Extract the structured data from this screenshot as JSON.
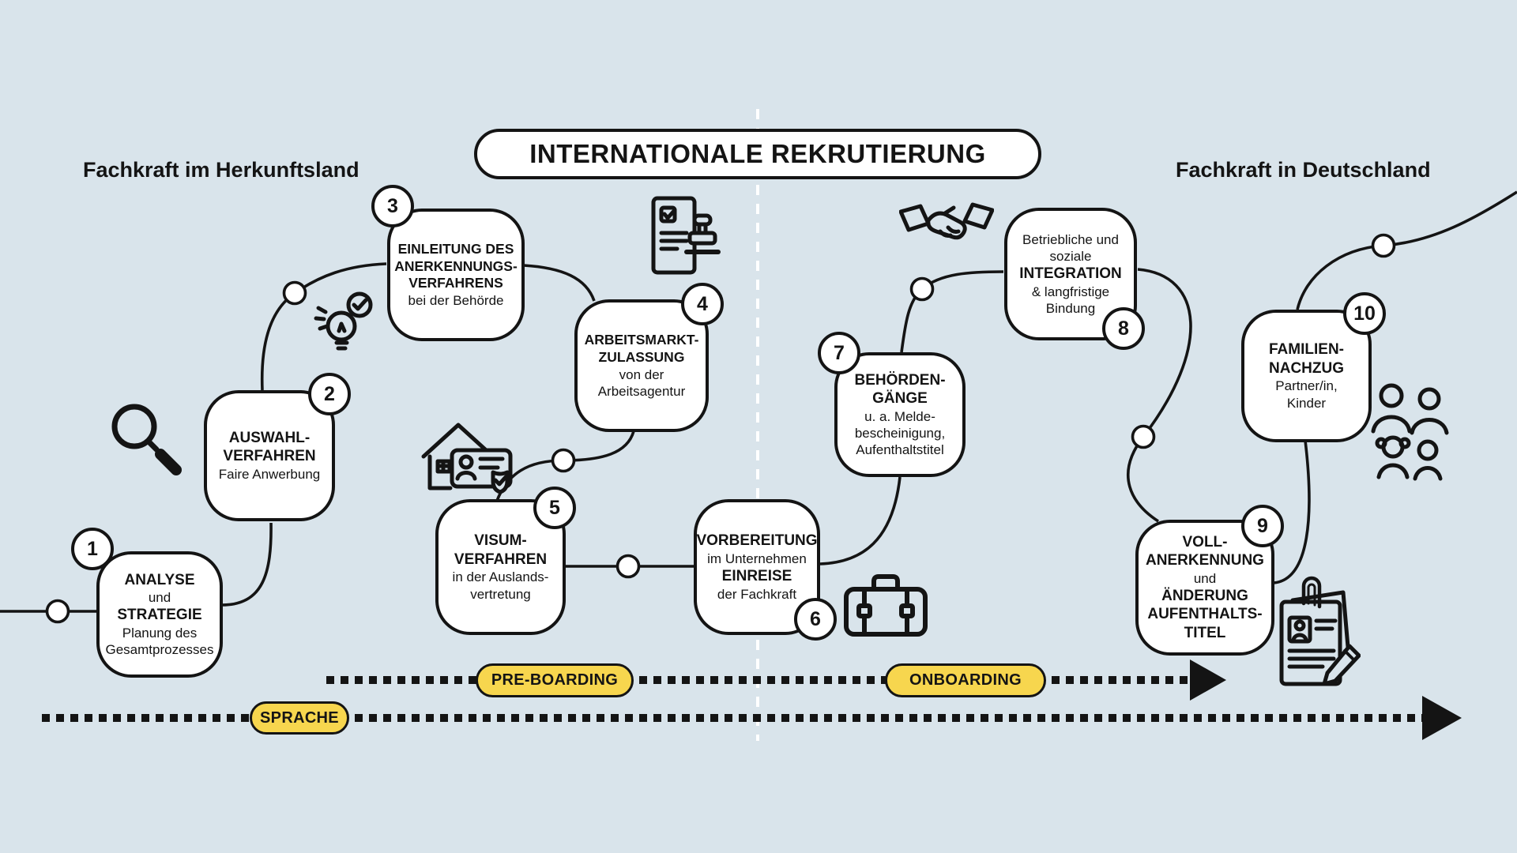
{
  "title": "INTERNATIONALE REKRUTIERUNG",
  "headings": {
    "left": "Fachkraft im Herkunftsland",
    "right": "Fachkraft in Deutschland"
  },
  "timeline": {
    "pre_boarding": "PRE-BOARDING",
    "onboarding": "ONBOARDING",
    "sprache": "SPRACHE"
  },
  "steps": {
    "s1": {
      "num": "1",
      "a": "ANALYSE",
      "b": "und",
      "c": "STRATEGIE",
      "d": "Planung des",
      "e": "Gesamtprozesses"
    },
    "s2": {
      "num": "2",
      "a": "AUSWAHL-",
      "b": "VERFAHREN",
      "c": "Faire Anwerbung"
    },
    "s3": {
      "num": "3",
      "a": "EINLEITUNG DES",
      "b": "ANERKENNUNGS-",
      "c": "VERFAHRENS",
      "d": "bei der Behörde"
    },
    "s4": {
      "num": "4",
      "a": "ARBEITSMARKT-",
      "b": "ZULASSUNG",
      "c": "von der",
      "d": "Arbeitsagentur"
    },
    "s5": {
      "num": "5",
      "a": "VISUM-",
      "b": "VERFAHREN",
      "c": "in der Auslands-",
      "d": "vertretung"
    },
    "s6": {
      "num": "6",
      "a": "VORBEREITUNG",
      "b": "im Unternehmen",
      "c": "EINREISE",
      "d": "der Fachkraft"
    },
    "s7": {
      "num": "7",
      "a": "BEHÖRDEN-",
      "b": "GÄNGE",
      "c": "u. a. Melde-",
      "d": "bescheinigung,",
      "e": "Aufenthaltstitel"
    },
    "s8": {
      "num": "8",
      "a": "Betriebliche und",
      "b": "soziale",
      "c": "INTEGRATION",
      "d": "& langfristige",
      "e": "Bindung"
    },
    "s9": {
      "num": "9",
      "a": "VOLL-",
      "b": "ANERKENNUNG",
      "c": "und",
      "d": "ÄNDERUNG",
      "e": "AUFENTHALTS-",
      "f": "TITEL"
    },
    "s10": {
      "num": "10",
      "a": "FAMILIEN-",
      "b": "NACHZUG",
      "c": "Partner/in,",
      "d": "Kinder"
    }
  },
  "icons": [
    "search-icon",
    "lightbulb-check-icon",
    "stamp-document-icon",
    "house-id-shield-icon",
    "handshake-icon",
    "briefcase-icon",
    "family-icon",
    "documents-pencil-icon"
  ],
  "colors": {
    "background": "#d9e4eb",
    "ink": "#141414",
    "box_background": "#ffffff",
    "pill_yellow": "#f7d64e",
    "divider": "#ffffff"
  }
}
